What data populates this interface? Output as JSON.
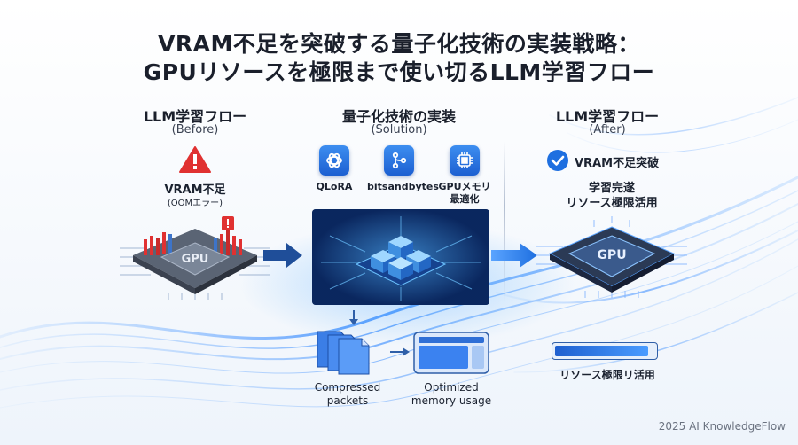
{
  "title": {
    "line1": "VRAM不足を突破する量子化技術の実装戦略：",
    "line2": "GPUリソースを極限まで使い切るLLM学習フロー"
  },
  "before": {
    "heading": "LLM学習フロー",
    "sub": "(Before)",
    "status": "VRAM不足",
    "status_sub": "(OOMエラー)",
    "chip_label": "GPU"
  },
  "solution": {
    "heading": "量子化技術の実装",
    "sub": "(Solution)",
    "tools": [
      {
        "label": "QLoRA",
        "icon": "openai-knot-icon"
      },
      {
        "label": "bitsandbytes",
        "icon": "branch-icon"
      },
      {
        "label": "GPUメモリ\n最適化",
        "icon": "chip-icon"
      }
    ],
    "packets_label": "Compressed\npackets",
    "memory_label": "Optimized\nmemory usage"
  },
  "after": {
    "heading": "LLM学習フロー",
    "sub": "(After)",
    "check_label": "VRAM不足突破",
    "result_line1": "学習完遂",
    "result_line2": "リソース極限活用",
    "chip_label": "GPU",
    "bar_label": "リソース極限リ活用",
    "bar_fill": 0.95
  },
  "footer": "2025 AI KnowledgeFlow",
  "colors": {
    "accent": "#1e6fe0",
    "alert": "#e03131",
    "text": "#1b2230"
  }
}
